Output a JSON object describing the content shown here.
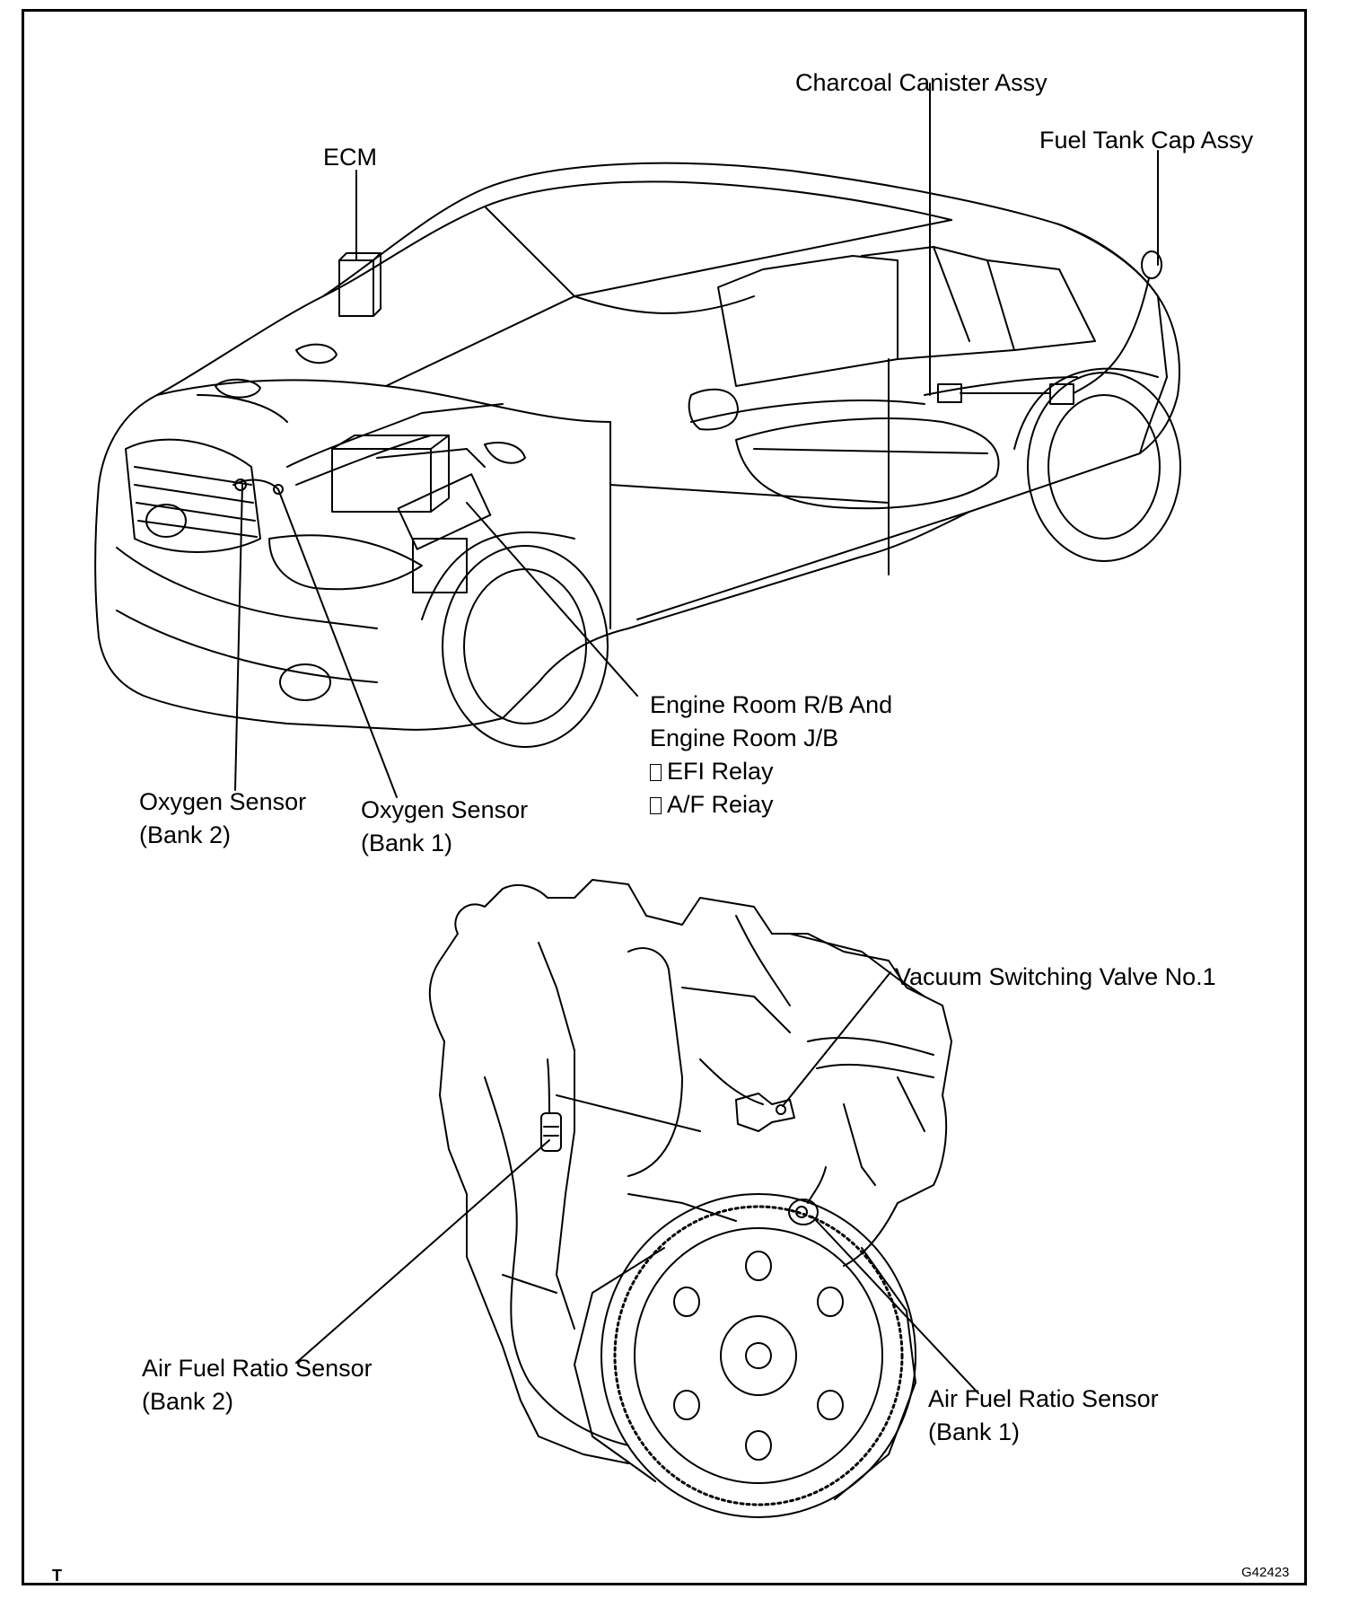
{
  "labels": {
    "charcoal_canister": "Charcoal Canister Assy",
    "fuel_tank_cap": "Fuel Tank Cap Assy",
    "ecm": "ECM",
    "engine_room_line1": "Engine Room R/B And",
    "engine_room_line2": "Engine Room J/B",
    "efi_relay": "EFI Relay",
    "af_relay": "A/F Reiay",
    "oxygen_bank2_line1": "Oxygen Sensor",
    "oxygen_bank2_line2": "(Bank 2)",
    "oxygen_bank1_line1": "Oxygen Sensor",
    "oxygen_bank1_line2": "(Bank 1)",
    "vsv": "Vacuum Switching Valve No.1",
    "afr_bank2_line1": "Air Fuel Ratio Sensor",
    "afr_bank2_line2": "(Bank 2)",
    "afr_bank1_line1": "Air Fuel Ratio Sensor",
    "afr_bank1_line2": "(Bank 1)"
  },
  "corner_mark": "T",
  "figure_code": "G42423"
}
